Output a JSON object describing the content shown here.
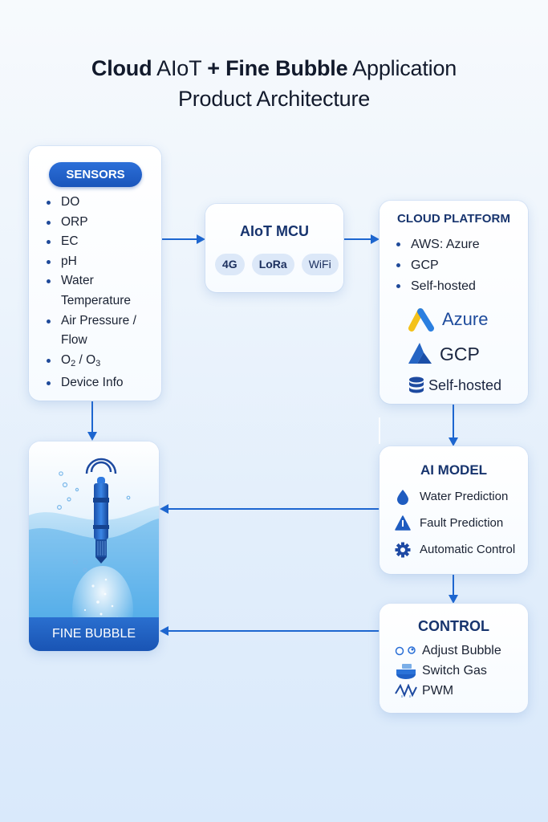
{
  "title": {
    "line1_bold_a": "Cloud",
    "line1_regular_a": " AIoT ",
    "line1_bold_b": "+ Fine Bubble",
    "line1_regular_b": " Application",
    "line2": "Product Architecture"
  },
  "sensors": {
    "label": "SENSORS",
    "items": [
      "DO",
      "ORP",
      "EC",
      "pH",
      "Water Temperature",
      "Air Pressure / Flow",
      "O2 / O3",
      "Device Info"
    ],
    "o2o3": {
      "o": "O",
      "two": "2",
      "sep": " / O",
      "three": "3"
    }
  },
  "mcu": {
    "title": "AIoT MCU",
    "chips": [
      "4G",
      "LoRa",
      "WiFi"
    ]
  },
  "cloud": {
    "title": "CLOUD PLATFORM",
    "items": [
      "AWS: Azure",
      "GCP",
      "Self-hosted"
    ],
    "logos": [
      {
        "icon": "azure-logo-icon",
        "label": "Azure"
      },
      {
        "icon": "gcp-logo-icon",
        "label": "GCP"
      },
      {
        "icon": "database-icon",
        "label": "Self-hosted"
      }
    ]
  },
  "ai_model": {
    "title": "AI MODEL",
    "items": [
      {
        "icon": "water-drop-icon",
        "label": "Water Prediction"
      },
      {
        "icon": "warning-icon",
        "label": "Fault Prediction"
      },
      {
        "icon": "gear-icon",
        "label": "Automatic Control"
      }
    ]
  },
  "control": {
    "title": "CONTROL",
    "items": [
      {
        "icon": "bubbles-icon",
        "label": "Adjust Bubble"
      },
      {
        "icon": "gas-valve-icon",
        "label": "Switch Gas"
      },
      {
        "icon": "pwm-wave-icon",
        "label": "PWM"
      }
    ]
  },
  "fine_bubble": {
    "label": "FINE BUBBLE"
  },
  "colors": {
    "accent": "#1a5fc9",
    "title_dark": "#17346e",
    "arrow": "#1d66d0"
  }
}
